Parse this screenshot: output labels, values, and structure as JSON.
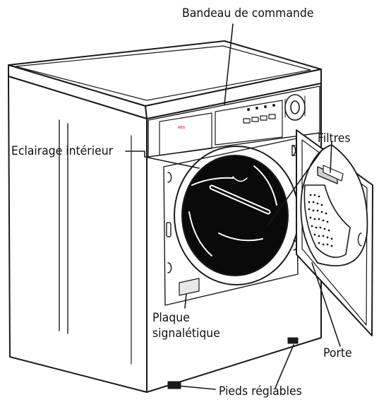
{
  "labels": {
    "bandeau": "Bandeau de commande",
    "eclairage": "Eclairage intérieur",
    "filtres": "Filtres",
    "plaque_line1": "Plaque",
    "plaque_line2": "signalétique",
    "porte": "Porte",
    "pieds": "Pieds réglables"
  },
  "colors": {
    "line": "#1a1a1a",
    "background": "#ffffff"
  }
}
